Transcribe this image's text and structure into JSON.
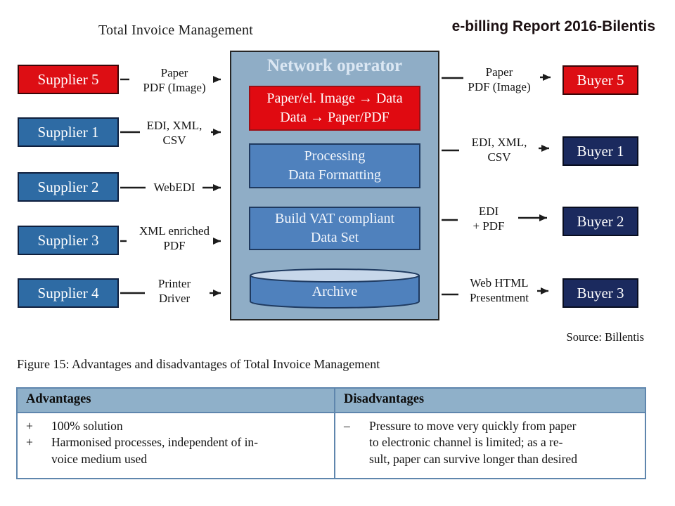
{
  "header": {
    "diagram_title": "Total Invoice Management",
    "report_badge": "e-billing Report 2016-Bilentis"
  },
  "diagram": {
    "operator": {
      "title": "Network operator",
      "boxes": [
        {
          "label": "Paper/el. Image → Data\nData → Paper/PDF"
        },
        {
          "label": "Processing\nData Formatting"
        },
        {
          "label": "Build VAT compliant\nData Set"
        },
        {
          "label": "Archive"
        }
      ]
    },
    "suppliers": [
      {
        "name": "Supplier 5",
        "channel": "Paper\nPDF (Image)",
        "color": "red"
      },
      {
        "name": "Supplier 1",
        "channel": "EDI, XML,\nCSV",
        "color": "blue"
      },
      {
        "name": "Supplier 2",
        "channel": "WebEDI",
        "color": "blue"
      },
      {
        "name": "Supplier 3",
        "channel": "XML enriched\nPDF",
        "color": "blue"
      },
      {
        "name": "Supplier 4",
        "channel": "Printer\nDriver",
        "color": "blue"
      }
    ],
    "buyers": [
      {
        "name": "Buyer 5",
        "channel": "Paper\nPDF (Image)",
        "color": "red"
      },
      {
        "name": "Buyer 1",
        "channel": "EDI, XML,\nCSV",
        "color": "navy"
      },
      {
        "name": "Buyer 2",
        "channel": "EDI\n+ PDF",
        "color": "navy"
      },
      {
        "name": "Buyer 3",
        "channel": "Web HTML\nPresentment",
        "color": "navy"
      }
    ],
    "source_note": "Source: Billentis"
  },
  "figure": {
    "caption": "Figure 15: Advantages and disadvantages of Total Invoice Management",
    "table": {
      "columns": [
        "Advantages",
        "Disadvantages"
      ],
      "advantages": [
        {
          "sign": "+",
          "text": "100% solution"
        },
        {
          "sign": "+",
          "text": "Harmonised processes, independent of in-\nvoice medium used"
        }
      ],
      "disadvantages": [
        {
          "sign": "–",
          "text": "Pressure to move very quickly from paper\nto electronic channel is limited; as a re-\nsult, paper can survive longer than desired"
        }
      ]
    }
  },
  "colors": {
    "accent_red": "#dd0e14",
    "supplier_blue": "#2e6ba4",
    "buyer_navy": "#1b2a5e",
    "operator_bg": "#8fadc6",
    "inner_blue": "#4f81bd",
    "cylinder_top": "#c7d7ea",
    "table_header_bg": "#8fb0c9",
    "table_border": "#5f86ad",
    "badge_text": "#1c1012"
  }
}
